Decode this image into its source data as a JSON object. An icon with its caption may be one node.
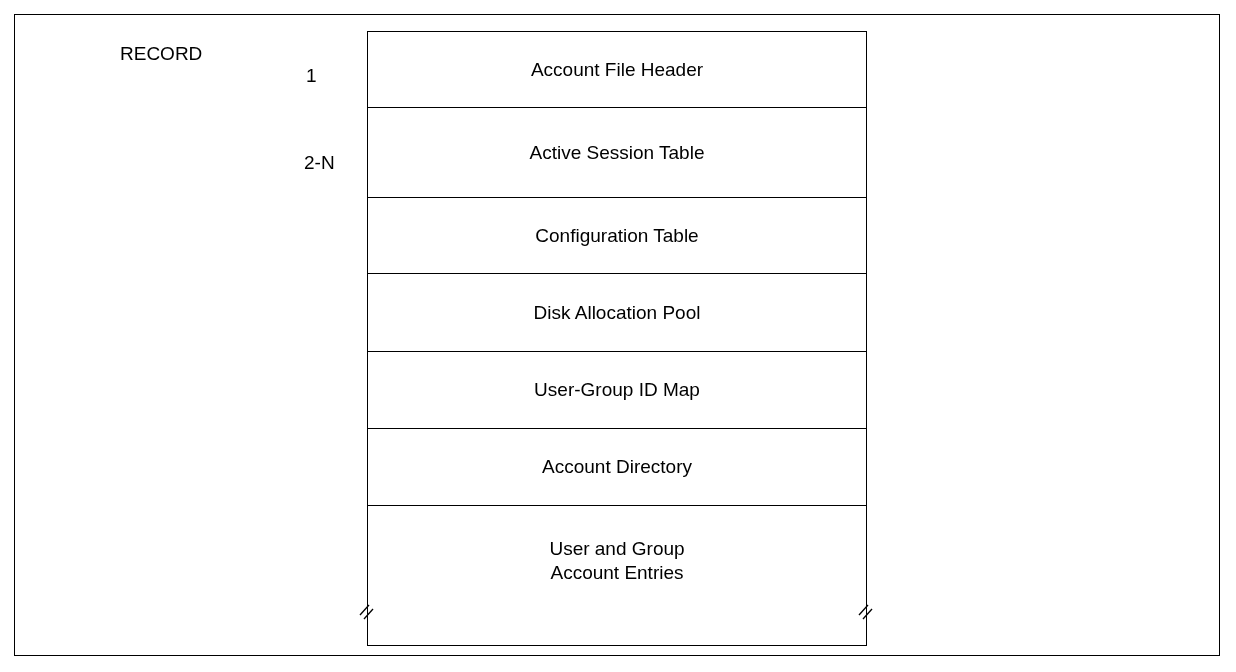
{
  "diagram": {
    "nodes": [
      {
        "text": [
          "Account File Header"
        ]
      },
      {
        "text": [
          "Active Session Table"
        ]
      },
      {
        "text": [
          "Configuration Table"
        ]
      },
      {
        "text": [
          "Disk Allocation Pool"
        ]
      },
      {
        "text": [
          "User-Group ID Map"
        ]
      },
      {
        "text": [
          "Account Directory"
        ]
      },
      {
        "text": [
          "User and Group Account Entries"
        ]
      }
    ],
    "labels": [
      "RECORD",
      "1",
      "2-N"
    ]
  }
}
